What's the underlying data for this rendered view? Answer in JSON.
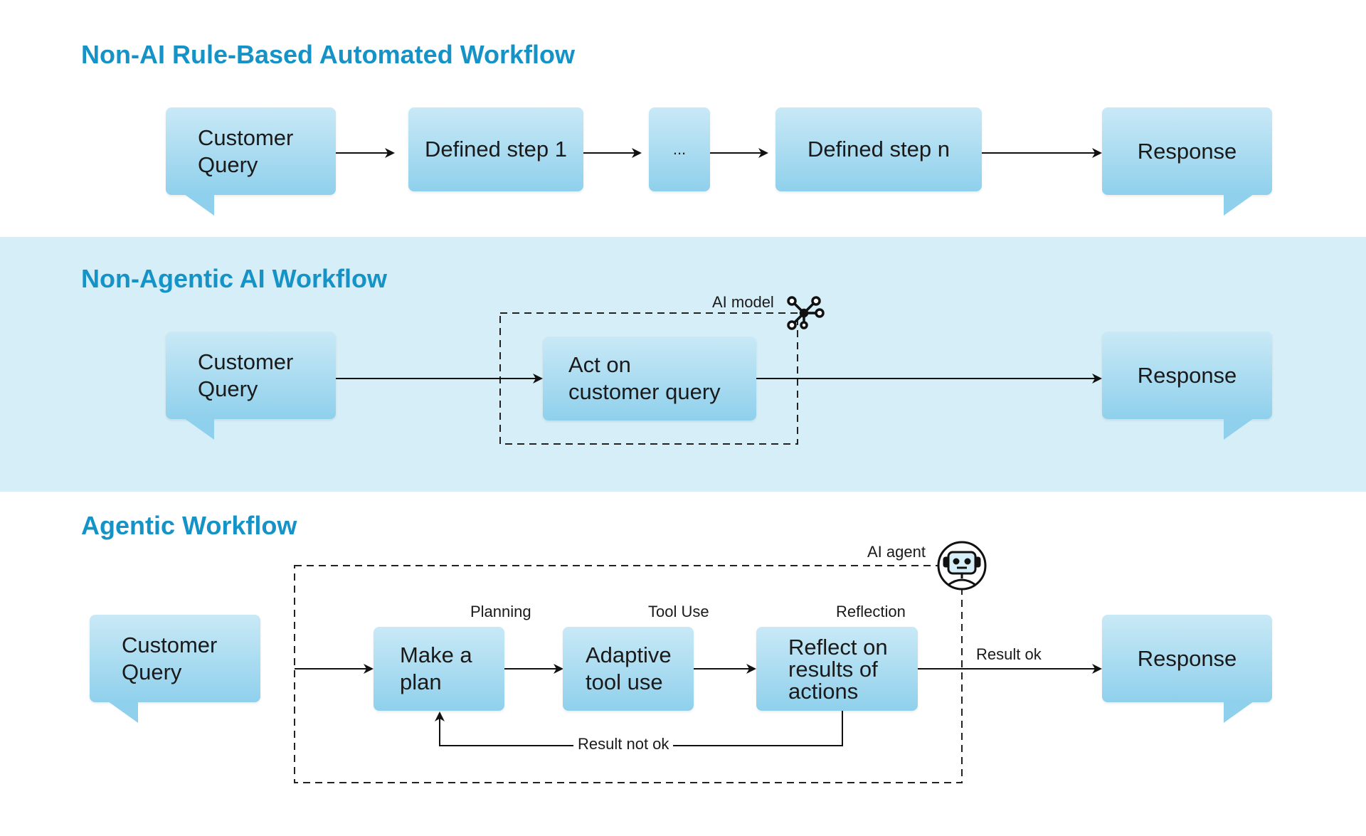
{
  "section1": {
    "title": "Non-AI Rule-Based Automated Workflow",
    "query": "Customer\nQuery",
    "step1": "Defined step 1",
    "ellipsis": "...",
    "stepn": "Defined step n",
    "response": "Response"
  },
  "section2": {
    "title": "Non-Agentic AI Workflow",
    "query": "Customer\nQuery",
    "model_label": "AI model",
    "act": "Act on\ncustomer query",
    "response": "Response"
  },
  "section3": {
    "title": "Agentic Workflow",
    "query": "Customer\nQuery",
    "agent_label": "AI agent",
    "planning_label": "Planning",
    "tooluse_label": "Tool Use",
    "reflection_label": "Reflection",
    "plan": "Make a\nplan",
    "tool": "Adaptive\ntool use",
    "reflect": "Reflect on\nresults of\nactions",
    "result_ok": "Result ok",
    "result_not_ok": "Result not ok",
    "response": "Response"
  },
  "colors": {
    "title": "#1593c6",
    "band": "#d6eef7",
    "box_top": "#c9e9f6",
    "box_bottom": "#8fd0ec"
  },
  "icons": [
    "ai-model-network-icon",
    "robot-agent-icon"
  ]
}
